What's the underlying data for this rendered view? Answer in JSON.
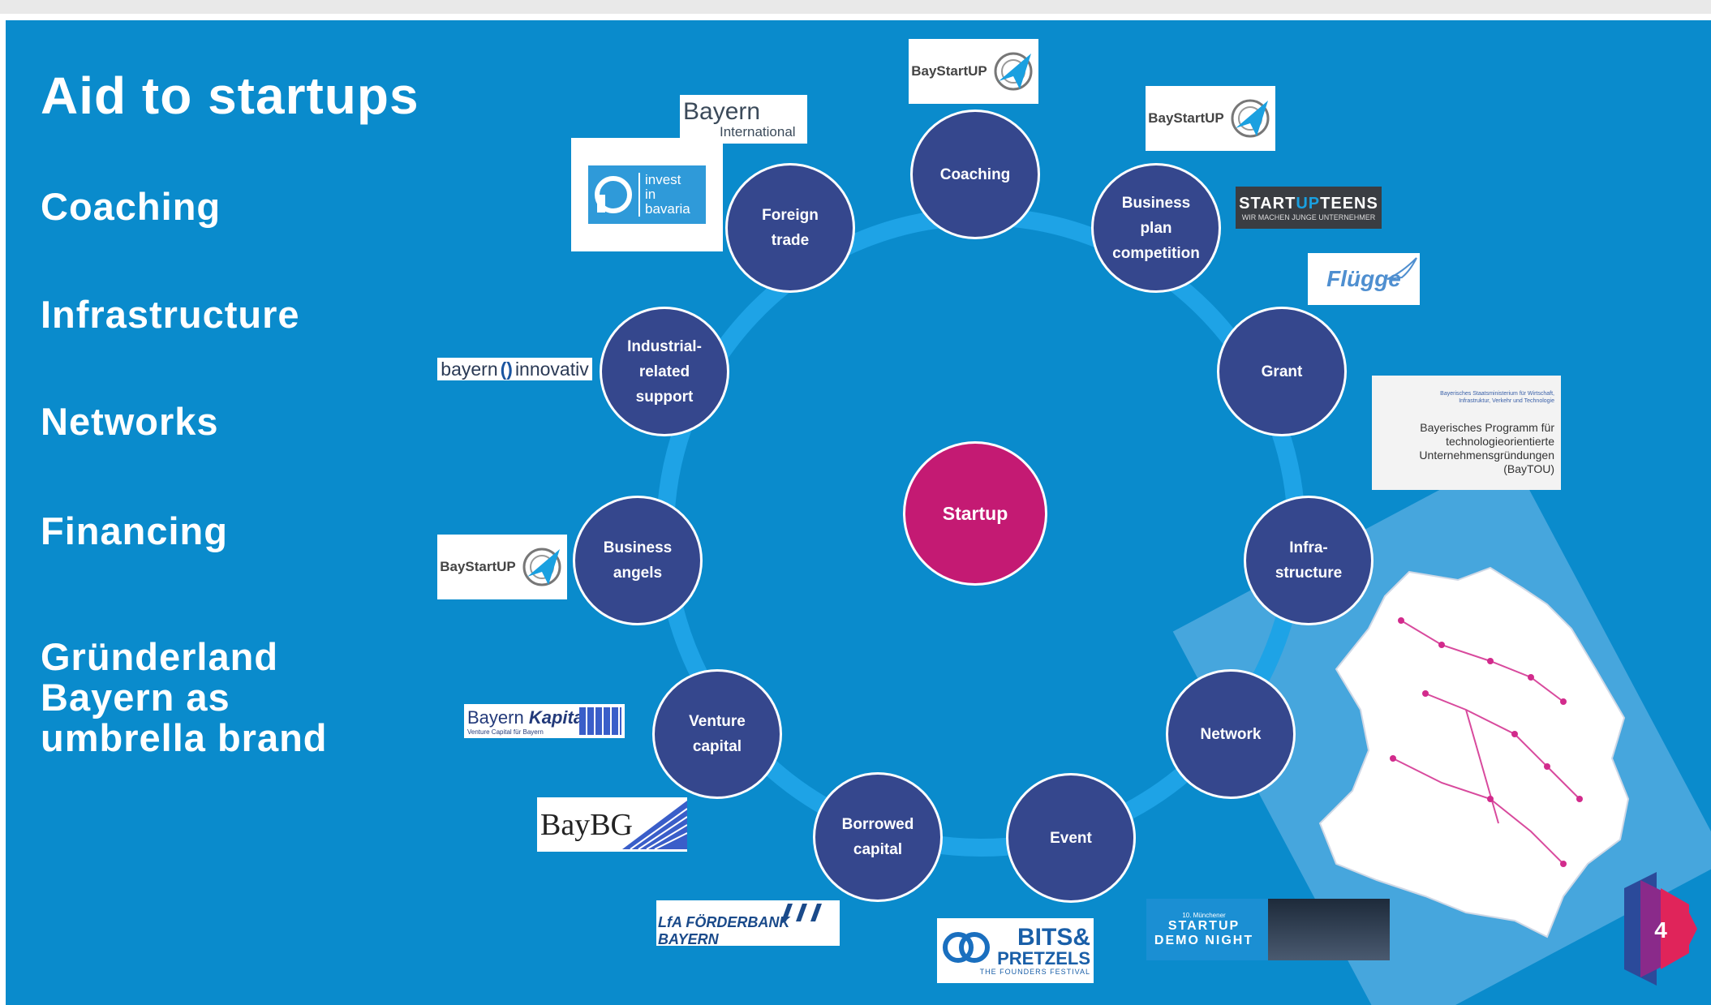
{
  "slide": {
    "title": "Aid to startups",
    "topics": [
      "Coaching",
      "Infrastructure",
      "Networks",
      "Financing",
      "Gründerland\nBayern as\numbrella brand"
    ],
    "page_number": "4"
  },
  "diagram": {
    "center": "Startup",
    "nodes": [
      {
        "label": "Coaching"
      },
      {
        "label": "Business\nplan\ncompetition"
      },
      {
        "label": "Grant"
      },
      {
        "label": "Infra-\nstructure"
      },
      {
        "label": "Network"
      },
      {
        "label": "Event"
      },
      {
        "label": "Borrowed\ncapital"
      },
      {
        "label": "Venture\ncapital"
      },
      {
        "label": "Business\nangels"
      },
      {
        "label": "Industrial-\nrelated\nsupport"
      },
      {
        "label": "Foreign\ntrade"
      }
    ]
  },
  "logos": {
    "baystartup": "BayStartUP",
    "bayern_international": {
      "line1": "Bayern",
      "line2": "International"
    },
    "invest_in_bavaria": {
      "line1": "invest",
      "line2": "in",
      "line3": "bavaria"
    },
    "startup_teens": {
      "part1": "START",
      "part2": "UP",
      "part3": "TEENS",
      "tagline": "WIR MACHEN JUNGE UNTERNEHMER"
    },
    "fluegge": "Flügge",
    "bayern_innovativ": {
      "part1": "bayern",
      "part2": "innovativ"
    },
    "baytou": {
      "header": "Bayerisches Staatsministerium für Wirtschaft, Infrastruktur, Verkehr und Technologie",
      "text": "Bayerisches Programm für technologieorientierte Unternehmensgründungen (BayTOU)"
    },
    "bayern_kapital": {
      "part1": "Bayern",
      "part2": "Kapital",
      "tagline": "Venture Capital für Bayern"
    },
    "baybg": "BayBG",
    "lfa": "LfA FÖRDERBANK BAYERN",
    "bits_pretzels": {
      "line1": "BITS&",
      "line2": "PRETZELS",
      "tagline": "THE FOUNDERS FESTIVAL"
    },
    "demo_night": {
      "line1": "10. Münchener",
      "line2": "STARTUP",
      "line3": "DEMO NIGHT"
    }
  },
  "colors": {
    "slide_bg": "#0a8bcc",
    "ring": "#1ea3e6",
    "node_fill": "#35478d",
    "center_fill": "#c41a73",
    "text": "#ffffff"
  }
}
